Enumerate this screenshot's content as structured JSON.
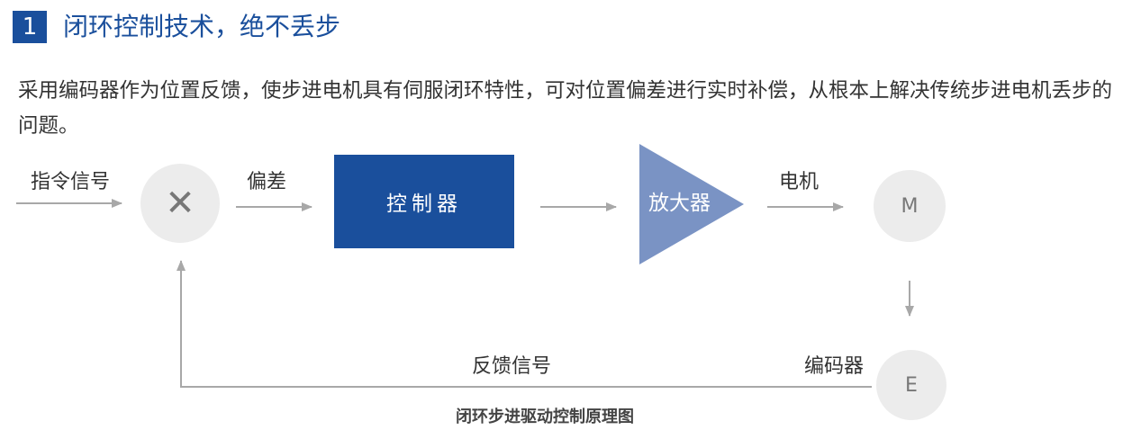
{
  "header": {
    "number": "1",
    "title": "闭环控制技术，绝不丢步"
  },
  "description": "采用编码器作为位置反馈，使步进电机具有伺服闭环特性，可对位置偏差进行实时补偿，从根本上解决传统步进电机丢步的问题。",
  "diagram": {
    "input_label": "指令信号",
    "comparator_symbol": "✕",
    "error_label": "偏差",
    "controller_label": "控制器",
    "amplifier_label": "放大器",
    "motor_wire_label": "电机",
    "motor_symbol": "M",
    "encoder_label": "编码器",
    "encoder_symbol": "E",
    "feedback_label": "反馈信号",
    "caption": "闭环步进驱动控制原理图"
  },
  "colors": {
    "brand_blue": "#1a4f9c",
    "amplifier_blue": "#7a93c4",
    "node_gray": "#ececec",
    "line_gray": "#a8a8a8"
  }
}
